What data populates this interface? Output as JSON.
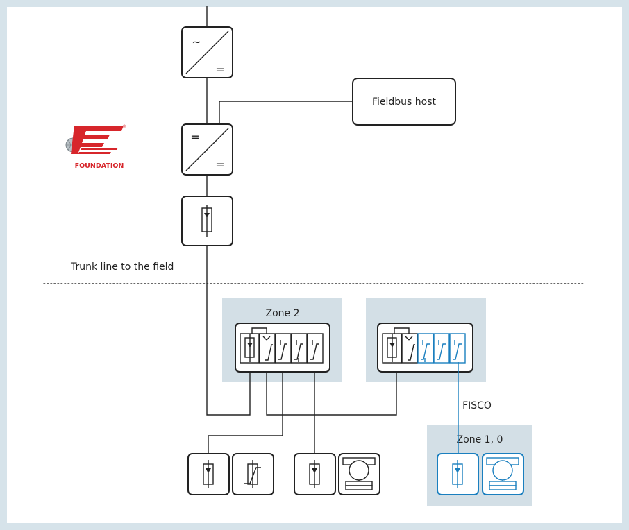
{
  "labels": {
    "fieldbus_host": "Fieldbus host",
    "trunk_line": "Trunk line to the field",
    "zone2": "Zone 2",
    "zone10": "Zone 1, 0",
    "fisco": "FISCO"
  },
  "logo": {
    "text": "FOUNDATION",
    "registered": "®"
  },
  "symbols": {
    "ac": "~",
    "dc_out": "=",
    "dc_in": "=",
    "dc_out2": "="
  },
  "colors": {
    "background": "#d6e3ea",
    "panel": "#ffffff",
    "line": "#222222",
    "fisco_blue": "#1a7fbf",
    "zone_fill": "#d3dfe6",
    "logo_red": "#d7262b"
  }
}
